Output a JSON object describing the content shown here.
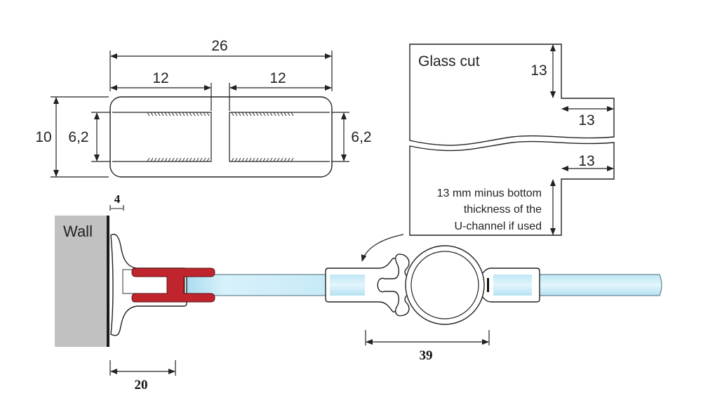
{
  "profile": {
    "overall_width": "26",
    "left_half": "12",
    "right_half": "12",
    "height": "10",
    "left_channel": "6,2",
    "right_channel": "6,2"
  },
  "glass_cut": {
    "title": "Glass cut",
    "top_notch_height": "13",
    "top_notch_depth": "13",
    "bottom_notch_depth": "13",
    "note_lines": [
      "13 mm minus bottom",
      "thickness of the",
      "U-channel if used"
    ]
  },
  "wall_fitting": {
    "wall_label": "Wall",
    "gap": "4",
    "depth": "20"
  },
  "pivot_fitting": {
    "diameter": "39"
  },
  "colors": {
    "wall": "#c1c1c1",
    "channel": "#c0252d",
    "glass": "#bfe6f5"
  }
}
